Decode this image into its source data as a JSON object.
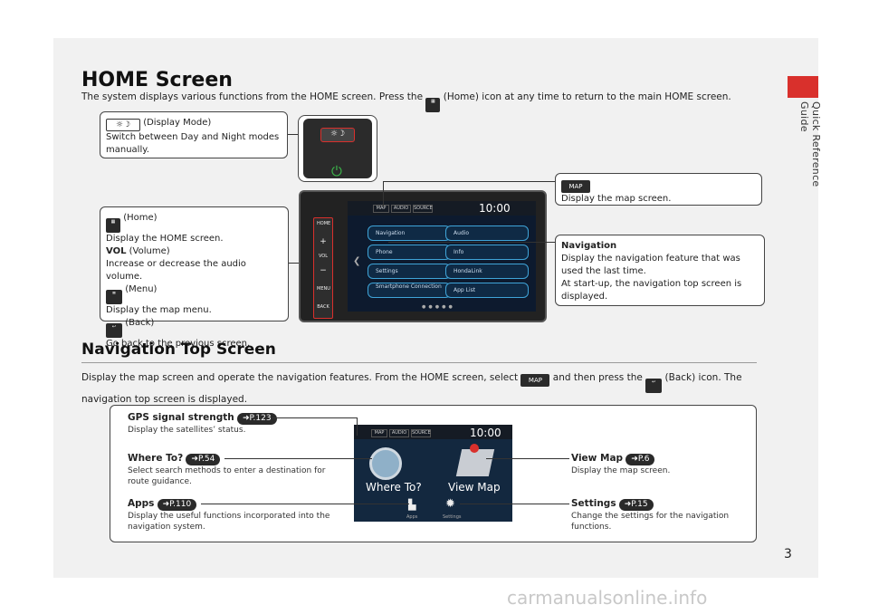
{
  "sidebar": {
    "label": "Quick Reference Guide"
  },
  "page_number": "3",
  "watermark": "carmanualsonline.info",
  "home": {
    "title": "HOME Screen",
    "intro_before": "The system displays various functions from the HOME screen. Press the",
    "intro_after": "(Home) icon at any time to return to the main HOME screen.",
    "display_mode": {
      "label": "(Display Mode)",
      "desc1": "Switch between Day and Night modes",
      "desc2": "manually."
    },
    "home_callout": {
      "home_label": "(Home)",
      "home_desc": "Display the HOME screen.",
      "vol_key": "VOL",
      "vol_label": "(Volume)",
      "vol_desc": "Increase or decrease the audio volume.",
      "menu_label": "(Menu)",
      "menu_desc": "Display the map menu.",
      "back_label": "(Back)",
      "back_desc": "Go back to the previous screen."
    },
    "map_callout": {
      "icon_text": "MAP",
      "desc": "Display the map screen."
    },
    "nav_callout": {
      "title": "Navigation",
      "line1": "Display the navigation feature that was",
      "line2": "used the last time.",
      "line3": "At start-up, the navigation top screen is",
      "line4": "displayed."
    },
    "device": {
      "tabs": [
        "MAP",
        "AUDIO",
        "SOURCE"
      ],
      "clock": "10:00",
      "tiles": [
        "Navigation",
        "Audio",
        "Phone",
        "Info",
        "Settings",
        "HondaLink",
        "Smartphone Connection",
        "App List"
      ],
      "side": [
        "HOME",
        "+",
        "VOL",
        "−",
        "MENU",
        "BACK"
      ]
    }
  },
  "nav_top": {
    "title": "Navigation Top Screen",
    "intro1_a": "Display the map screen and operate the navigation features. From the HOME screen, select",
    "intro1_b": "and then press the",
    "intro1_c": "(Back) icon. The",
    "intro2": "navigation top screen is displayed.",
    "map_icon": "MAP",
    "gps": {
      "title": "GPS signal strength",
      "ref": "P.123",
      "desc": "Display the satellites’ status."
    },
    "where_to": {
      "title": "Where To?",
      "ref": "P.54",
      "desc1": "Select search methods to enter a destination for",
      "desc2": "route guidance."
    },
    "apps": {
      "title": "Apps",
      "ref": "P.110",
      "desc1": "Display the useful functions incorporated into the",
      "desc2": "navigation system."
    },
    "view_map": {
      "title": "View Map",
      "ref": "P.6",
      "desc": "Display the map screen."
    },
    "settings": {
      "title": "Settings",
      "ref": "P.15",
      "desc1": "Change the settings for the navigation",
      "desc2": "functions."
    },
    "screen": {
      "tabs": [
        "MAP",
        "AUDIO",
        "SOURCE"
      ],
      "clock": "10:00",
      "where_to": "Where To?",
      "view_map": "View Map",
      "apps": "Apps",
      "settings": "Settings"
    }
  }
}
